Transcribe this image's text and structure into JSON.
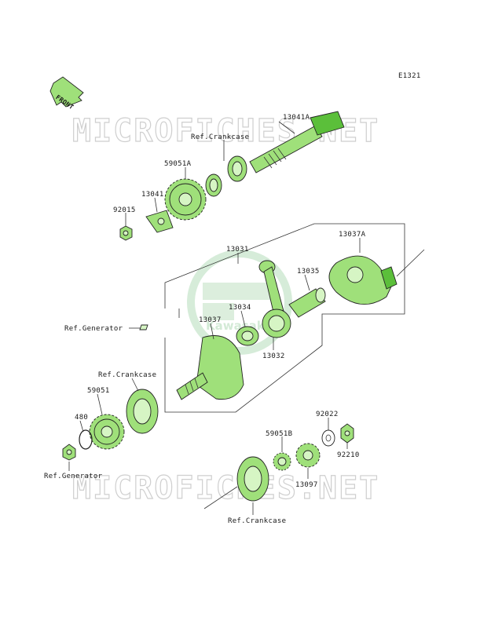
{
  "diagram": {
    "code": "E1321",
    "front_label": "FRONT",
    "watermark_text": "MICROFICHES.NET",
    "logo_text": "Kawasaki",
    "labels": {
      "p13041A": "13041A",
      "refCrankcaseTop": "Ref.Crankcase",
      "p59051A": "59051A",
      "p13041": "13041",
      "p92015": "92015",
      "p13031": "13031",
      "p13037A": "13037A",
      "p13035": "13035",
      "p13034": "13034",
      "p13037": "13037",
      "p13032": "13032",
      "refGeneratorMid": "Ref.Generator",
      "refCrankcaseMid": "Ref.Crankcase",
      "p59051": "59051",
      "p480": "480",
      "refGeneratorBottom": "Ref.Generator",
      "p92022": "92022",
      "p59051B": "59051B",
      "p92210": "92210",
      "p13097": "13097",
      "refCrankcaseBottom": "Ref.Crankcase"
    },
    "colors": {
      "part": "#9fe07a",
      "part_dark": "#5bbf3a",
      "watermark": "#cfcfcf"
    }
  }
}
